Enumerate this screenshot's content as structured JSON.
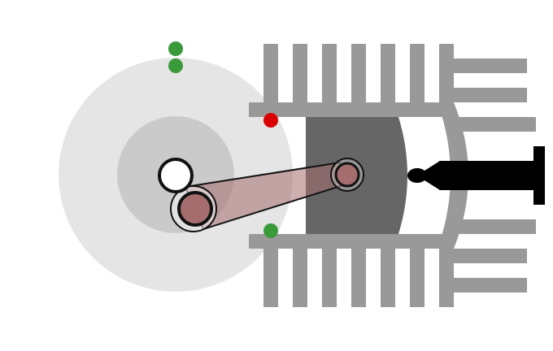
{
  "diagram": {
    "colors": {
      "background": "#ffffff",
      "crank_disc_outer": "#e5e5e5",
      "crank_disc_inner": "#cacaca",
      "cylinder_metal": "#999999",
      "piston": "#666666",
      "rod_fill": "#a56d6d",
      "rod_fill_opacity": "0.55",
      "pin_fill": "#a56d6d",
      "outline": "#111111",
      "spark_plug": "#000000",
      "marker_green": "#3a9a3a",
      "marker_red": "#d90000"
    },
    "parts": [
      "crank-disc",
      "crank-hub",
      "crankshaft-axis",
      "crank-pin",
      "connecting-rod",
      "piston",
      "wrist-pin",
      "cylinder",
      "cooling-fins",
      "spark-plug"
    ],
    "markers": [
      {
        "id": "marker-top-outer",
        "color": "green"
      },
      {
        "id": "marker-top-inner",
        "color": "green"
      },
      {
        "id": "marker-top-dead-center",
        "color": "red"
      },
      {
        "id": "marker-bottom",
        "color": "green"
      }
    ]
  }
}
